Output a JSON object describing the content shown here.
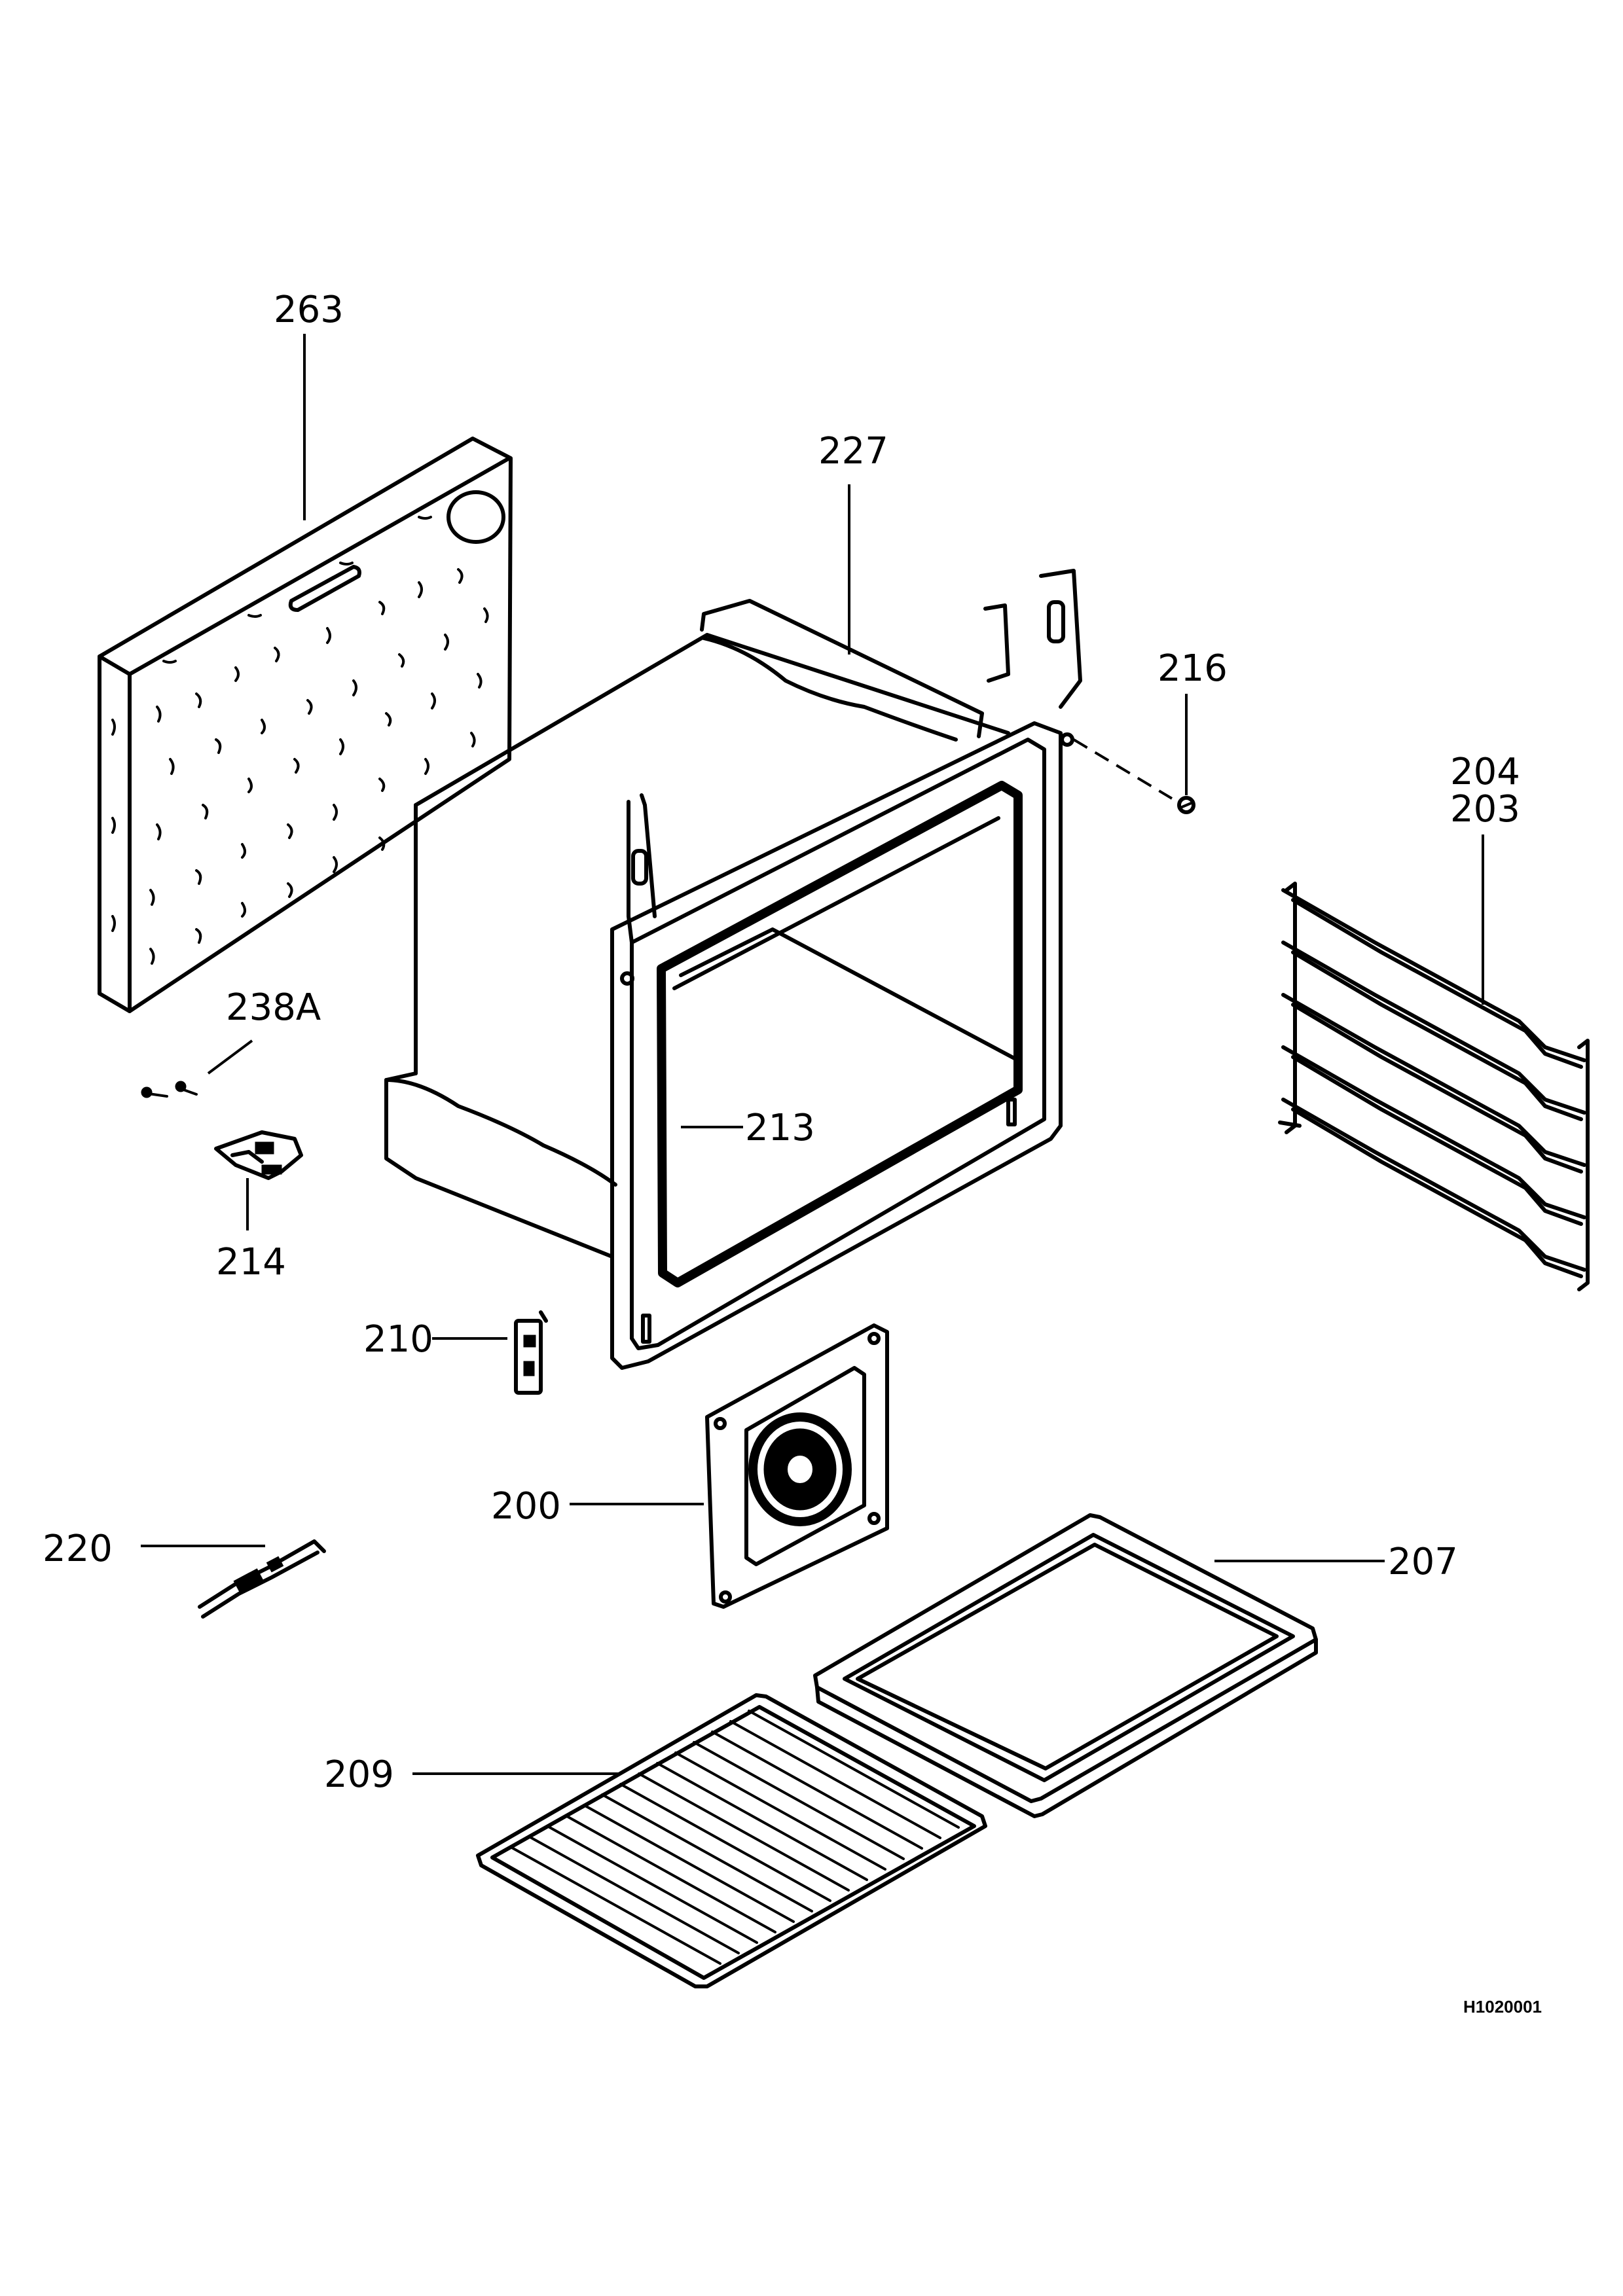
{
  "diagram": {
    "drawing_code": "H1020001",
    "callouts": {
      "p263": "263",
      "p227": "227",
      "p216": "216",
      "p204": "204",
      "p203": "203",
      "p238a": "238A",
      "p213": "213",
      "p214": "214",
      "p210": "210",
      "p200": "200",
      "p220": "220",
      "p207": "207",
      "p209": "209"
    }
  }
}
